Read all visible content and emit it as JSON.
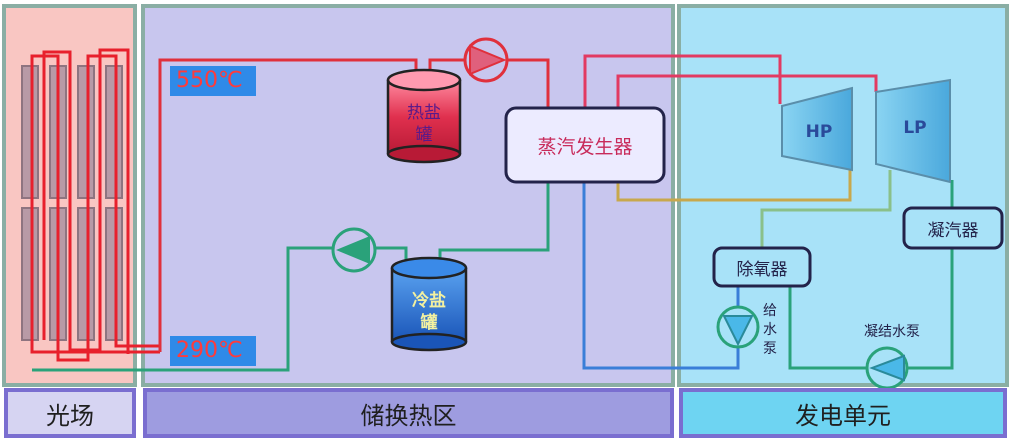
{
  "zones": {
    "solar_field": "光场",
    "storage": "储换热区",
    "power": "发电单元"
  },
  "temps": {
    "hot": "550℃",
    "cold": "290℃"
  },
  "tanks": {
    "hot": "热盐\n罐",
    "cold": "冷盐\n罐"
  },
  "equipment": {
    "steam_generator": "蒸汽发生器",
    "hp": "HP",
    "lp": "LP",
    "condenser": "凝汽器",
    "deaerator": "除氧器",
    "feed_pump": "给\n水\n泵",
    "condensate_pump": "凝结水泵"
  },
  "colors": {
    "solar_bg": "#f9c6c2",
    "storage_bg": "#c8c6ee",
    "power_bg": "#a8e2f8",
    "hot_line": "#e0303c",
    "cold_line": "#2aa27a",
    "steam_line": "#e23a62",
    "water_line": "#3a7ed8",
    "frame": "#8aaea4"
  }
}
